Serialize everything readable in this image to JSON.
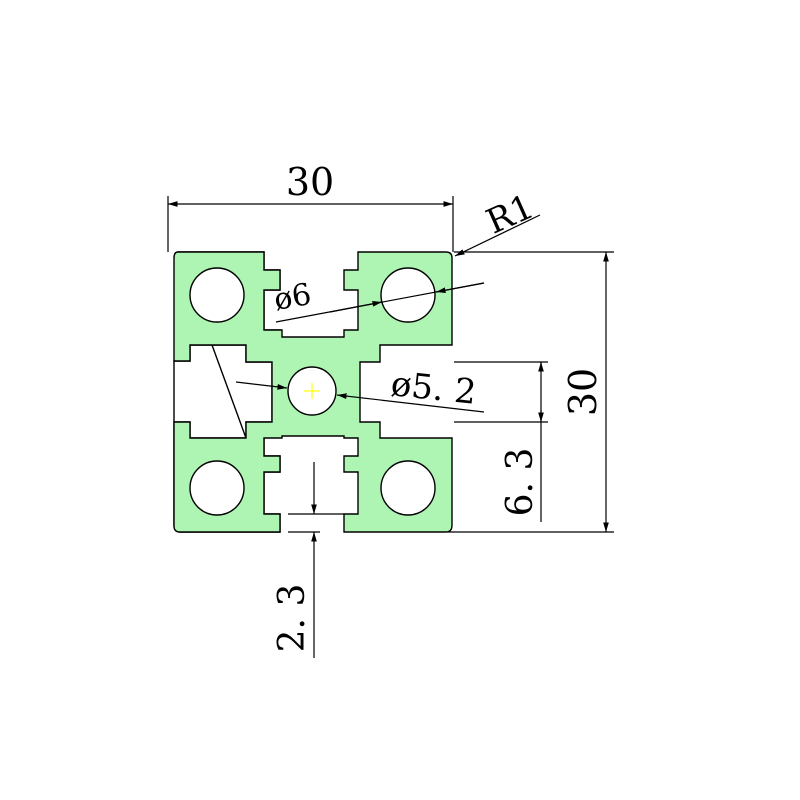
{
  "drawing": {
    "profile_fill": "#aef5b4",
    "line_color": "#000000",
    "center_mark_color": "#ffff00",
    "dimensions": {
      "width": "30",
      "height": "30",
      "corner_radius": "R1",
      "corner_hole_diameter": "ø6",
      "center_hole_diameter": "ø5. 2",
      "slot_width": "6. 3",
      "wall_thickness": "2. 3"
    }
  }
}
